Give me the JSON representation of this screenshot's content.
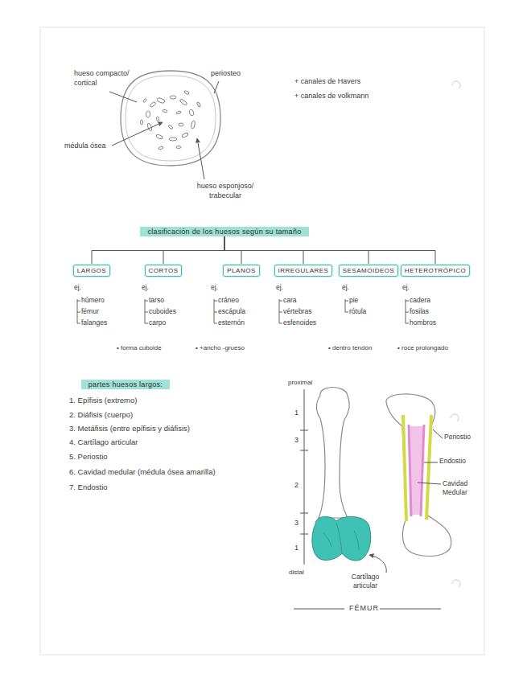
{
  "diagram": {
    "nodes": [
      {
        "text": [
          "clasificación de los huesos según su tamaño"
        ]
      },
      {
        "text": [
          "LARGOS"
        ]
      },
      {
        "text": [
          "CORTOS"
        ]
      },
      {
        "text": [
          "PLANOS"
        ]
      },
      {
        "text": [
          "IRREGULARES"
        ]
      },
      {
        "text": [
          "SESAMOIDEOS"
        ]
      },
      {
        "text": [
          "HETEROTRÓPICO"
        ]
      },
      {
        "text": [
          "partes huesos largos:"
        ]
      }
    ],
    "edges": [
      {
        "from": 0,
        "to": 1,
        "arrow": "none"
      },
      {
        "from": 0,
        "to": 2,
        "arrow": "none"
      },
      {
        "from": 0,
        "to": 3,
        "arrow": "none"
      },
      {
        "from": 0,
        "to": 4,
        "arrow": "none"
      },
      {
        "from": 0,
        "to": 5,
        "arrow": "none"
      },
      {
        "from": 0,
        "to": 6,
        "arrow": "none"
      }
    ],
    "labels": [
      "hueso compacto/ cortical",
      "periosteo",
      "médula ósea",
      "hueso esponjoso/ trabecular",
      "+ canales de Havers",
      "+ canales de volkmann",
      "ej.",
      "húmero",
      "fémur",
      "falanges",
      "ej.",
      "tarso",
      "cuboides",
      "carpo",
      "• forma cuboide",
      "ej.",
      "cráneo",
      "escápula",
      "esternón",
      "• +ancho -grueso",
      "ej.",
      "cara",
      "vértebras",
      "esfenoides",
      "ej.",
      "pie",
      "rótula",
      "• dentro tendón",
      "ej.",
      "cadera",
      "fosilas",
      "hombros",
      "• roce prolongado",
      "1. Epífisis (extremo)",
      "2. Diáfisis (cuerpo)",
      "3. Metáfisis (entre epífisis y diáfisis)",
      "4. Cartílago articular",
      "5. Periostio",
      "6. Cavidad medular (médula ósea amarilla)",
      "7. Endostio",
      "proximal",
      "1",
      "3",
      "2",
      "3",
      "1",
      "distal",
      "Cartílago articular",
      "Periostio",
      "Endostio",
      "Cavidad Medular",
      "FÉMUR"
    ]
  }
}
